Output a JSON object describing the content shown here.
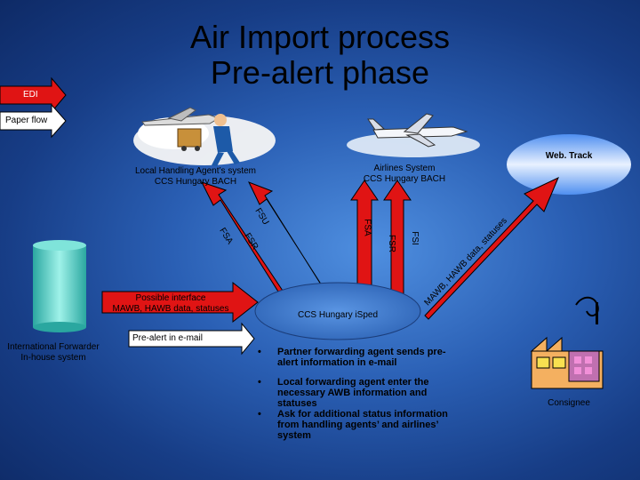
{
  "title": {
    "line1": "Air Import process",
    "line2": "Pre-alert phase"
  },
  "flows": {
    "edi": "EDI",
    "paper_flow": "Paper flow",
    "possible_interface": {
      "line1": "Possible interface",
      "line2": "MAWB, HAWB data, statuses"
    },
    "pre_alert_email": "Pre-alert in e-mail"
  },
  "nodes": {
    "handling_agent": {
      "line1": "Local Handling Agent’s system",
      "line2": "CCS Hungary BACH"
    },
    "airlines_system": {
      "line1": "Airlines System",
      "line2": "CCS Hungary BACH"
    },
    "webtrack": "Web. Track",
    "isped": "CCS Hungary iSped",
    "forwarder": {
      "line1": "International Forwarder",
      "line2": "In-house system"
    },
    "consignee": "Consignee"
  },
  "messages": [
    "FSU",
    "FSA",
    "FSR",
    "FSA",
    "FSR",
    "FSI",
    "MAWB, HAWB data, statuses"
  ],
  "bullet_symbol": "•",
  "bullets": [
    "Partner forwarding agent sends pre-alert information in e-mail",
    "Local forwarding agent enter the necessary AWB information and statuses",
    "Ask for additional status information from handling agents’ and airlines’ system"
  ],
  "colors": {
    "background": "#2a5fb4",
    "arrow": "#e01414",
    "cylinder": "#7fe4da"
  }
}
